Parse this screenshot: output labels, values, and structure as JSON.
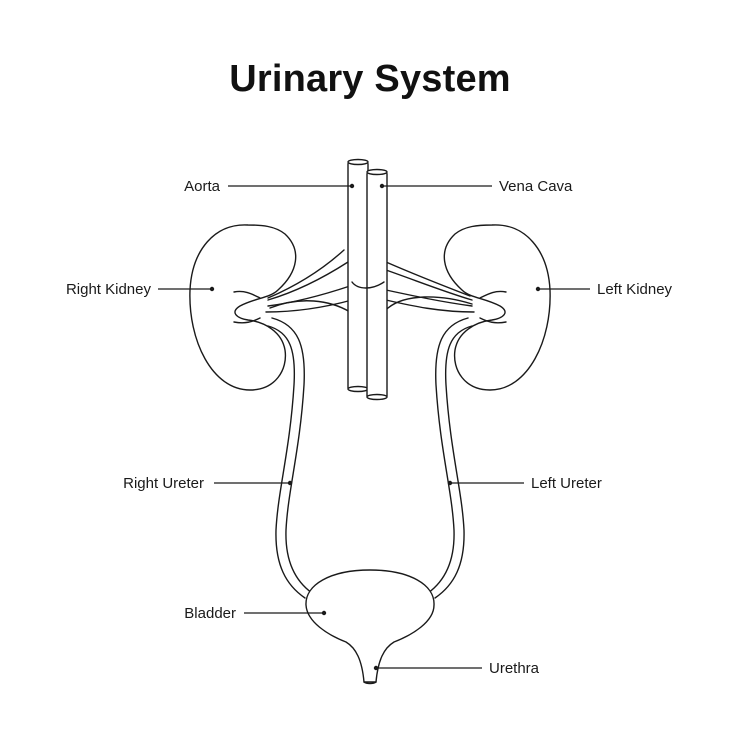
{
  "title": "Urinary System",
  "labels": {
    "aorta": "Aorta",
    "vena_cava": "Vena Cava",
    "right_kidney": "Right Kidney",
    "left_kidney": "Left Kidney",
    "right_ureter": "Right Ureter",
    "left_ureter": "Left Ureter",
    "bladder": "Bladder",
    "urethra": "Urethra"
  },
  "colors": {
    "stroke": "#1a1a1a",
    "fill": "#ffffff",
    "text": "#111111"
  }
}
